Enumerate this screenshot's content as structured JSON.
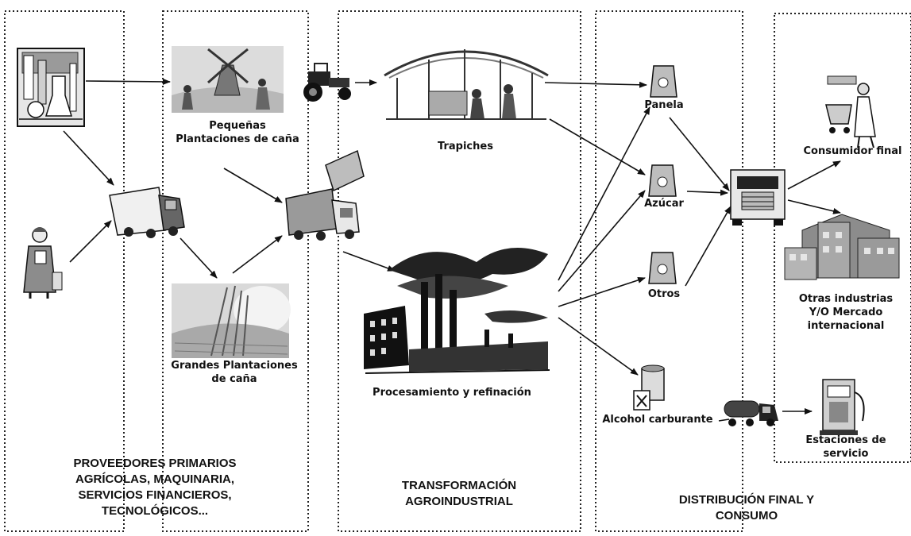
{
  "nodes": {
    "pequenas": [
      "Pequeñas",
      "Plantaciones de caña"
    ],
    "grandes": [
      "Grandes Plantaciones",
      "de caña"
    ],
    "trapiches": "Trapiches",
    "procesamiento": "Procesamiento y refinación",
    "panela": "Panela",
    "azucar": "Azúcar",
    "otros": "Otros",
    "alcohol": "Alcohol carburante",
    "consumidor": "Consumidor final",
    "otras_industrias": [
      "Otras industrias",
      "Y/O Mercado",
      "internacional"
    ],
    "estaciones": [
      "Estaciones de",
      "servicio"
    ]
  },
  "sections": {
    "proveedores": [
      "PROVEEDORES PRIMARIOS",
      "AGRÍCOLAS, MAQUINARIA,",
      "SERVICIOS FINANCIEROS,",
      "TECNOLÓGICOS..."
    ],
    "transformacion": [
      "TRANSFORMACIÓN",
      "AGROINDUSTRIAL"
    ],
    "distribucion": [
      "DISTRIBUCIÓN FINAL Y",
      "CONSUMO"
    ]
  },
  "icons": {
    "lab": "laboratory-equipment-icon",
    "worker": "worker-icon",
    "truck": "delivery-truck-icon",
    "small_farm": "windmill-farm-icon",
    "tractor": "tractor-icon",
    "big_farm": "cane-field-icon",
    "dump_truck": "dump-truck-icon",
    "trapiche": "sugar-mill-icon",
    "factory": "factory-smokestacks-icon",
    "sack": "product-bag-icon",
    "barrel": "fuel-barrel-icon",
    "tanker": "tanker-truck-icon",
    "semi": "semi-truck-icon",
    "shopper": "shopper-cart-icon",
    "industry": "industry-buildings-icon",
    "pump": "gas-pump-icon"
  }
}
